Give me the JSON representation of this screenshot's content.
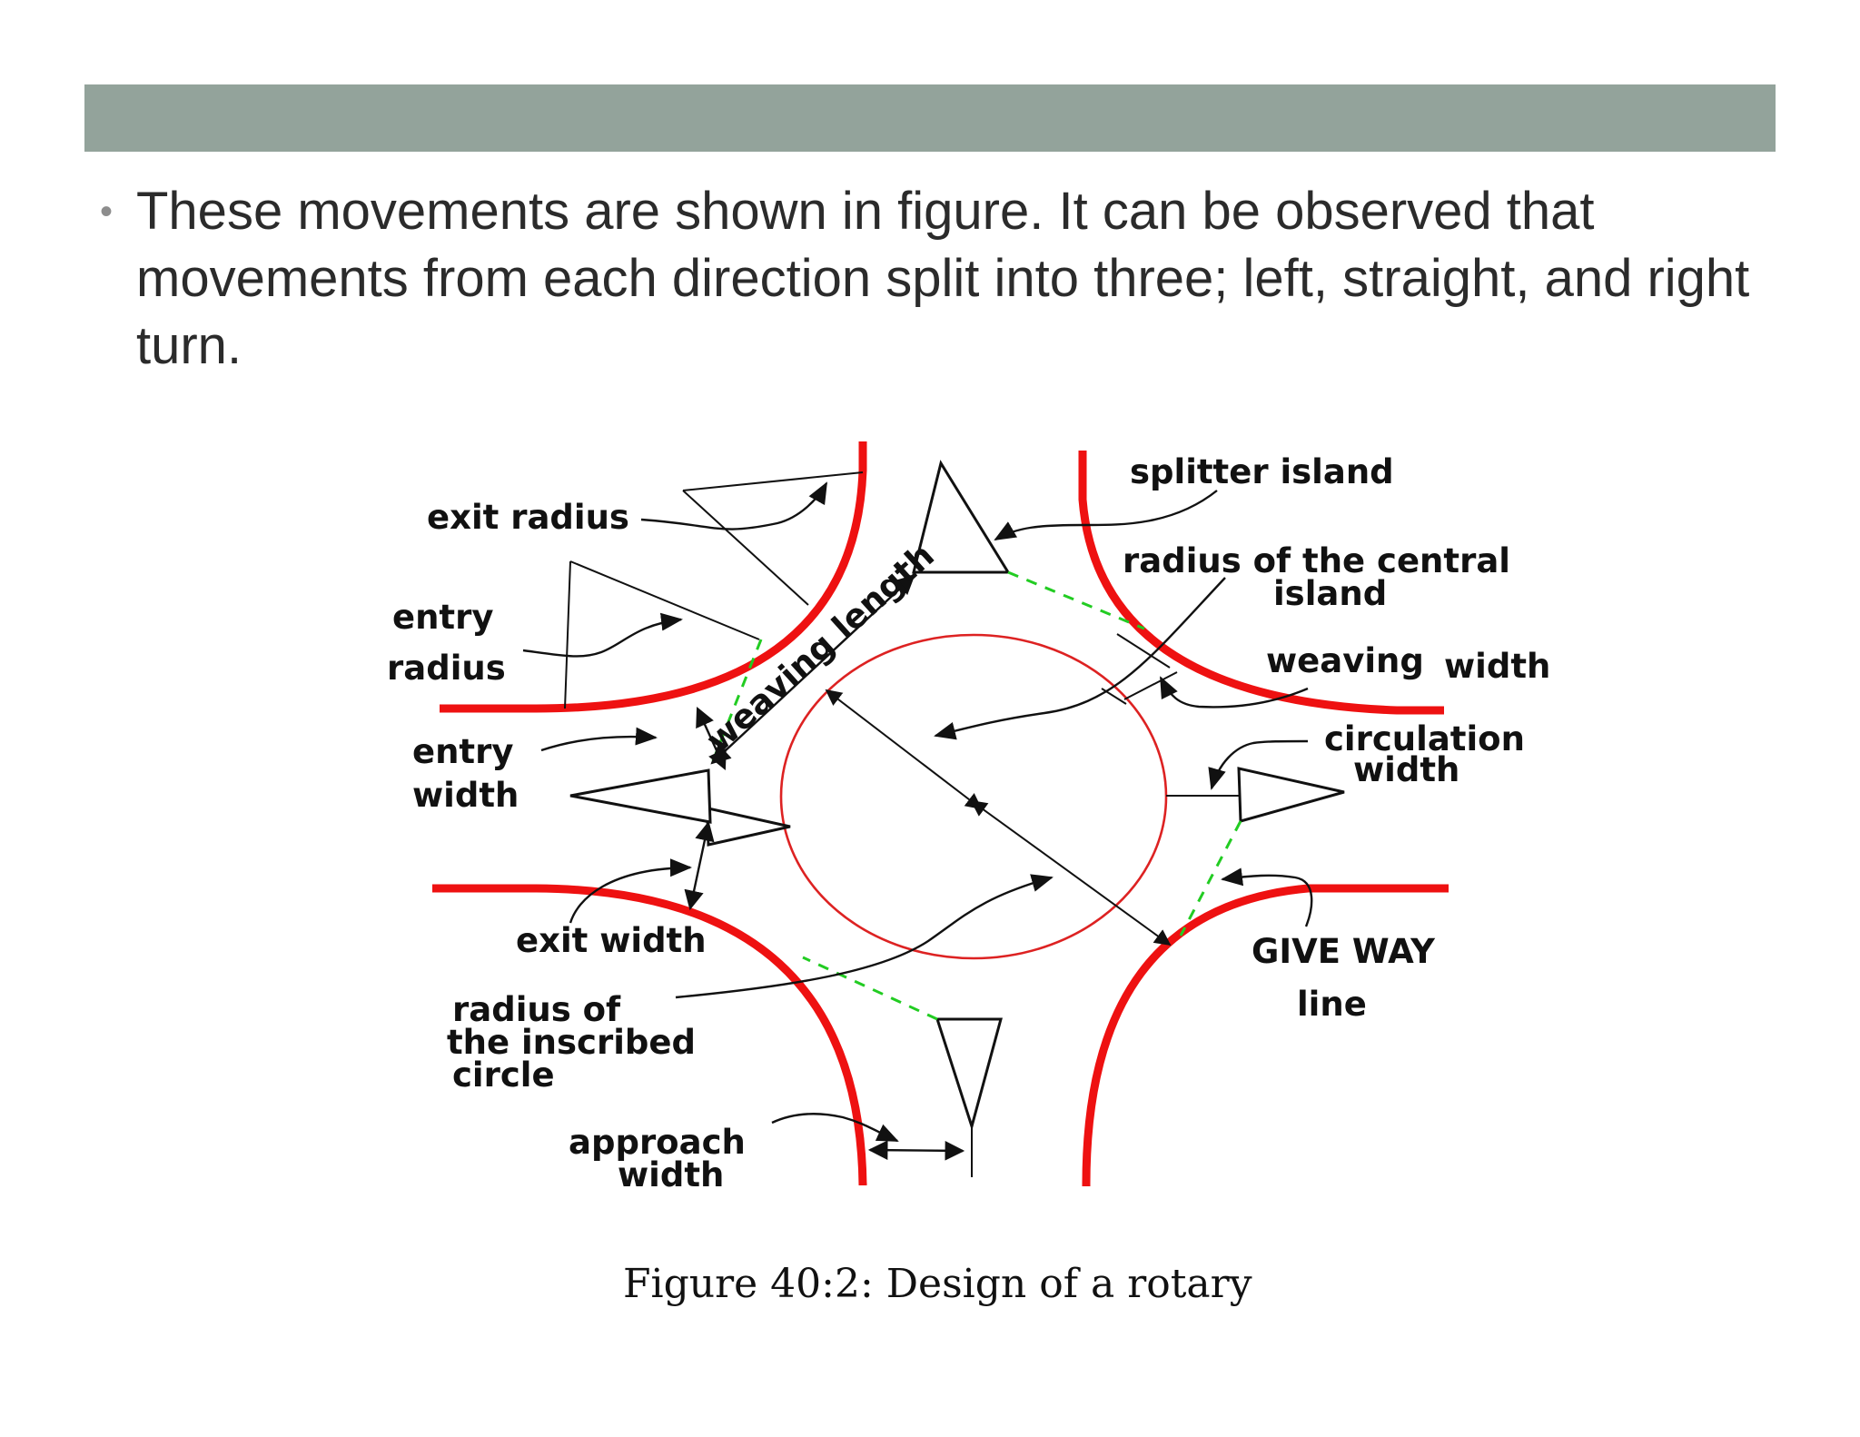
{
  "slide": {
    "bullet_text": "These movements are shown in figure. It can be observed that movements from each direction split into three; left, straight, and right turn."
  },
  "figure": {
    "caption": "Figure 40:2: Design of a rotary",
    "labels": {
      "exit_radius": "exit radius",
      "entry_radius_1": "entry",
      "entry_radius_2": "radius",
      "entry_width_1": "entry",
      "entry_width_2": "width",
      "exit_width": "exit  width",
      "inscribed_1": "radius of",
      "inscribed_2": "the inscribed",
      "inscribed_3": "circle",
      "approach_1": "approach",
      "approach_2": "width",
      "splitter": "splitter island",
      "central_1": "radius of the central",
      "central_2": "island",
      "weaving_width_1": "weaving",
      "weaving_width_2": "width",
      "circulation_1": "circulation",
      "circulation_2": "width",
      "give_way_1": "GIVE WAY",
      "give_way_2": "line",
      "weaving_length": "weaving length"
    },
    "colors": {
      "kerb": "#ee1111",
      "central_island": "#dd2222",
      "give_way_line": "#22cc22",
      "header_bar": "#93a39b"
    }
  }
}
